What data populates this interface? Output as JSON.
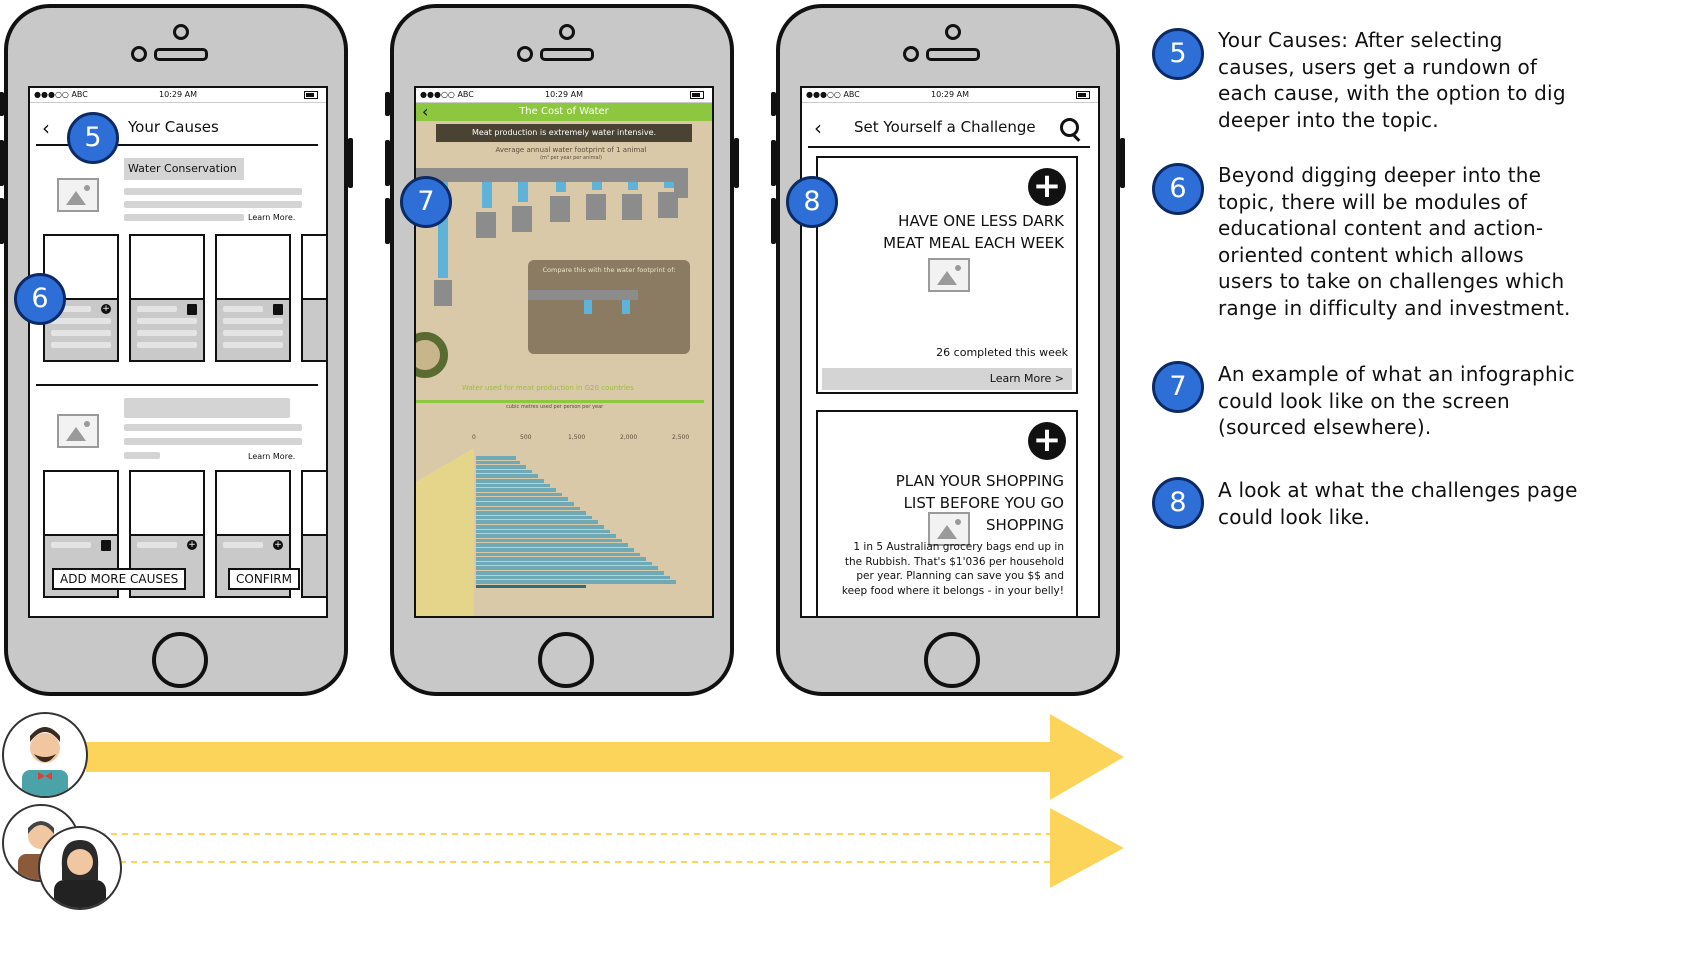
{
  "phone1": {
    "status": {
      "carrier": "●●●○○ ABC",
      "time": "10:29 AM"
    },
    "title": "Your Causes",
    "cause1": {
      "label": "Water Conservation",
      "learn_more": "Learn More."
    },
    "cause2": {
      "learn_more": "Learn More."
    },
    "add_more_label": "ADD MORE CAUSES",
    "confirm_label": "CONFIRM",
    "badge5": "5",
    "badge6": "6"
  },
  "phone2": {
    "status": {
      "carrier": "●●●○○ ABC",
      "time": "10:29 AM"
    },
    "title": "The Cost of Water",
    "banner": "Meat production is extremely water intensive.",
    "subtitle": "Average annual water footprint of 1 animal",
    "subtitle2": "(m³ per year per animal)",
    "compare": "Compare this with the water footprint of:",
    "chart_title": "Water used for meat production in G20 countries",
    "chart_sub": "cubic metres used per person per year",
    "ticks": [
      "0",
      "500",
      "1,500",
      "2,000",
      "2,500"
    ],
    "badge7": "7",
    "accent": "#8dc63f"
  },
  "phone3": {
    "status": {
      "carrier": "●●●○○ ABC",
      "time": "10:29 AM"
    },
    "title": "Set Yourself a Challenge",
    "badge8": "8",
    "challenge1": {
      "title_line1": "HAVE ONE LESS DARK",
      "title_line2": "MEAT MEAL EACH WEEK",
      "completed": "26 completed this week",
      "learn_more": "Learn More >"
    },
    "challenge2": {
      "title_line1": "PLAN YOUR SHOPPING",
      "title_line2": "LIST BEFORE YOU GO",
      "title_line3": "SHOPPING",
      "body": "1 in 5 Australian grocery bags end up in the Rubbish. That's $1'036 per household per year. Planning can save you $$ and keep food where it belongs - in your belly!"
    }
  },
  "notes": [
    {
      "num": "5",
      "text": "Your Causes: After selecting causes, users get a rundown of each cause, with the option to dig deeper into the topic."
    },
    {
      "num": "6",
      "text": "Beyond digging deeper into the topic, there will be modules of educational content and action-oriented content which allows users to take on challenges which range in difficulty and investment."
    },
    {
      "num": "7",
      "text": "An example of what an infographic could look like on the screen (sourced elsewhere)."
    },
    {
      "num": "8",
      "text": "A look at what the challenges page could look like."
    }
  ],
  "colors": {
    "badge": "#2d6fd6",
    "arrow": "#fcd45a",
    "phone": "#c8c8c8"
  }
}
